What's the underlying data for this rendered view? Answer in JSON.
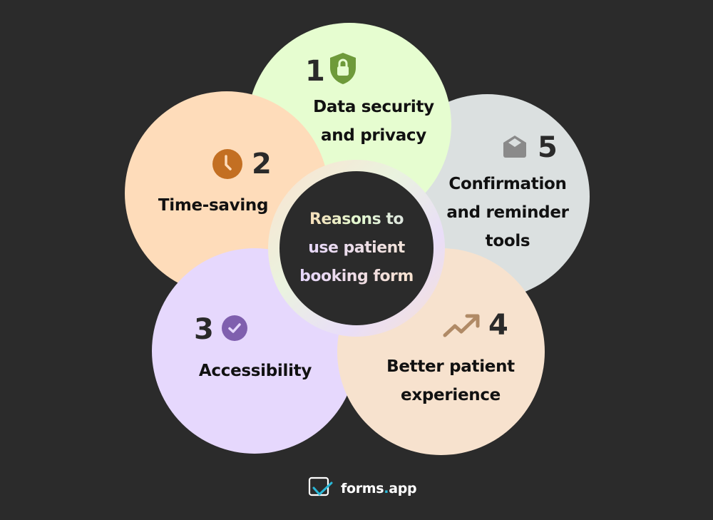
{
  "title": {
    "line1": "Reasons to",
    "line2": "use patient",
    "line3": "booking form"
  },
  "reasons": [
    {
      "number": "1",
      "label_lines": [
        "Data security",
        "and privacy"
      ],
      "icon": "shield-lock-icon",
      "color": "#e6fdd0",
      "icon_color": "#6e9a3a"
    },
    {
      "number": "2",
      "label_lines": [
        "Time-saving"
      ],
      "icon": "clock-icon",
      "color": "#fedcba",
      "icon_color": "#c36f22"
    },
    {
      "number": "3",
      "label_lines": [
        "Accessibility"
      ],
      "icon": "check-circle-icon",
      "color": "#e6d8fd",
      "icon_color": "#7f5fae"
    },
    {
      "number": "4",
      "label_lines": [
        "Better patient",
        "experience"
      ],
      "icon": "trending-up-icon",
      "color": "#f7e2ce",
      "icon_color": "#b08a66"
    },
    {
      "number": "5",
      "label_lines": [
        "Confirmation",
        "and reminder",
        "tools"
      ],
      "icon": "open-envelope-icon",
      "color": "#dbe0e0",
      "icon_color": "#8a8a8a"
    }
  ],
  "brand": {
    "name_part1": "forms",
    "dot": ".",
    "name_part2": "app"
  },
  "colors": {
    "background": "#2b2b2b",
    "brand_accent": "#2ab8d8"
  }
}
